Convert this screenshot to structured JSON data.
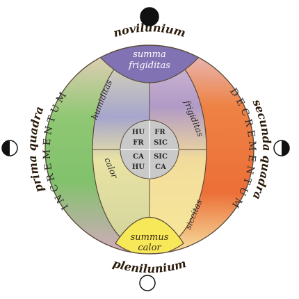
{
  "diagram": {
    "phases": {
      "top": "novilunium",
      "bottom": "plenilunium",
      "left": "prima quadra",
      "right": "secunda quadra"
    },
    "bands": {
      "left": "INCREMENTUM",
      "right": "DECREMENTUM"
    },
    "caps": {
      "top": [
        "summa",
        "frigiditas"
      ],
      "bottom": [
        "summus",
        "calor"
      ]
    },
    "qualities": {
      "humiditas": "humiditas",
      "frigiditas": "frigiditas",
      "calor": "calor",
      "siccitas": "siccitas"
    },
    "center_grid": {
      "top_left": [
        "HU",
        "FR"
      ],
      "top_right": [
        "FR",
        "SIC"
      ],
      "bottom_left": [
        "CA",
        "HU"
      ],
      "bottom_right": [
        "SIC",
        "CA"
      ]
    },
    "colors": {
      "left_band": "#7fc06a",
      "right_band": "#ee7b3e",
      "top_cap": "#8173b3",
      "bottom_cap": "#f7e85a",
      "center_disc": "#c9c9c9",
      "outline": "#5a4a3a"
    },
    "moon_icons": [
      "new-moon",
      "first-quarter-moon",
      "last-quarter-moon",
      "full-moon"
    ]
  }
}
